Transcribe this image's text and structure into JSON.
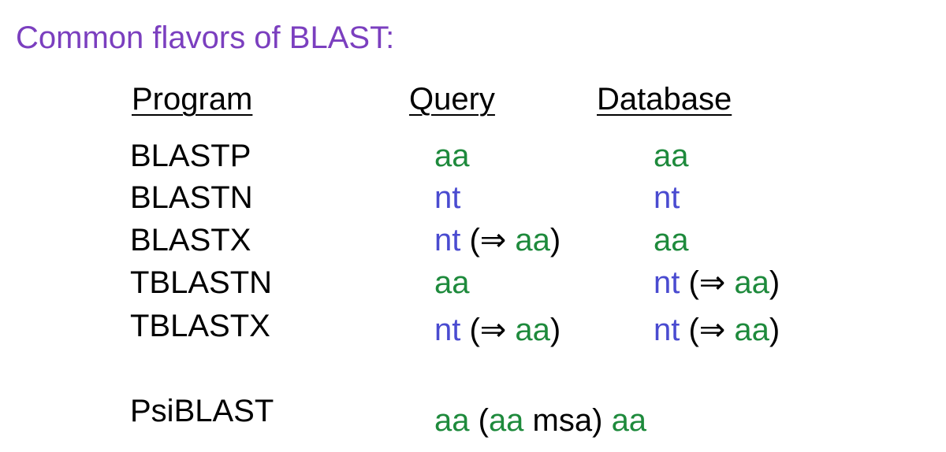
{
  "title": "Common flavors of BLAST:",
  "colors": {
    "title": "#7b3fbf",
    "aa": "#1e8a3c",
    "nt": "#4a4bd0",
    "text": "#000000"
  },
  "headers": {
    "program": "Program",
    "query": "Query",
    "database": "Database"
  },
  "rows": [
    {
      "program": "BLASTP",
      "query": [
        {
          "text": "aa",
          "type": "aa"
        }
      ],
      "database": [
        {
          "text": "aa",
          "type": "aa"
        }
      ]
    },
    {
      "program": "BLASTN",
      "query": [
        {
          "text": "nt",
          "type": "nt"
        }
      ],
      "database": [
        {
          "text": "nt",
          "type": "nt"
        }
      ]
    },
    {
      "program": "BLASTX",
      "query": [
        {
          "text": "nt",
          "type": "nt"
        },
        {
          "text": " (⇒ ",
          "type": "plain"
        },
        {
          "text": "aa",
          "type": "aa"
        },
        {
          "text": ")",
          "type": "plain"
        }
      ],
      "database": [
        {
          "text": "aa",
          "type": "aa"
        }
      ]
    },
    {
      "program": "TBLASTN",
      "query": [
        {
          "text": "aa",
          "type": "aa"
        }
      ],
      "database": [
        {
          "text": "nt",
          "type": "nt"
        },
        {
          "text": " (⇒ ",
          "type": "plain"
        },
        {
          "text": "aa",
          "type": "aa"
        },
        {
          "text": ")",
          "type": "plain"
        }
      ]
    },
    {
      "program": "TBLASTX",
      "query": [
        {
          "text": "nt",
          "type": "nt"
        },
        {
          "text": " (⇒ ",
          "type": "plain"
        },
        {
          "text": "aa",
          "type": "aa"
        },
        {
          "text": ")",
          "type": "plain"
        }
      ],
      "database": [
        {
          "text": "nt",
          "type": "nt"
        },
        {
          "text": " (⇒ ",
          "type": "plain"
        },
        {
          "text": "aa",
          "type": "aa"
        },
        {
          "text": ")",
          "type": "plain"
        }
      ]
    }
  ],
  "psi": {
    "program": "PsiBLAST",
    "value": [
      {
        "text": "aa",
        "type": "aa"
      },
      {
        "text": " (",
        "type": "plain"
      },
      {
        "text": "aa",
        "type": "aa"
      },
      {
        "text": " msa) ",
        "type": "plain"
      },
      {
        "text": "aa",
        "type": "aa"
      }
    ]
  }
}
